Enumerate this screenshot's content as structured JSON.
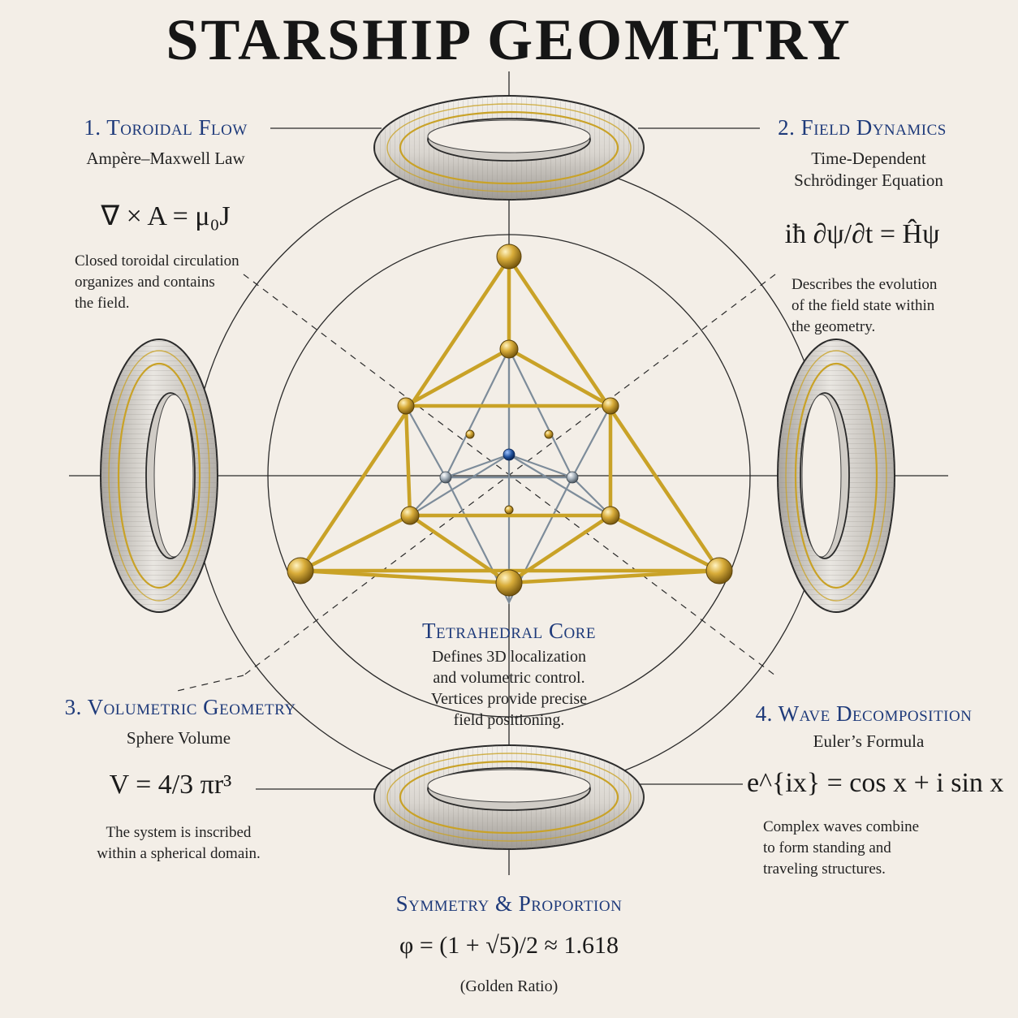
{
  "title": "STARSHIP GEOMETRY",
  "sections": {
    "toroidal": {
      "heading": "1. Toroidal Flow",
      "subtitle": "Ampère–Maxwell Law",
      "equation": "∇ × A = μ₀J",
      "description": [
        "Closed toroidal circulation",
        "organizes and contains",
        "the field."
      ]
    },
    "field": {
      "heading": "2. Field Dynamics",
      "subtitle": [
        "Time-Dependent",
        "Schrödinger Equation"
      ],
      "equation": "iħ ∂ψ/∂t = Ĥψ",
      "description": [
        "Describes the evolution",
        "of the field state within",
        "the geometry."
      ]
    },
    "core": {
      "heading": "Tetrahedral Core",
      "description": [
        "Defines 3D localization",
        "and volumetric control.",
        "Vertices provide precise",
        "field positioning."
      ]
    },
    "volumetric": {
      "heading": "3. Volumetric Geometry",
      "subtitle": "Sphere Volume",
      "equation": "V = 4/3 πr³",
      "description": [
        "The system is inscribed",
        "within a spherical domain."
      ]
    },
    "wave": {
      "heading": "4. Wave Decomposition",
      "subtitle": "Euler’s Formula",
      "equation": "e^{ix} = cos x + i sin x",
      "description": [
        "Complex waves combine",
        "to form standing and",
        "traveling structures."
      ]
    },
    "symmetry": {
      "heading": "Symmetry & Proportion",
      "equation": "φ = (1 + √5)/2 ≈ 1.618",
      "note": "(Golden Ratio)"
    }
  },
  "colors": {
    "background": "#f3eee7",
    "heading": "#1e3a7a",
    "gold": "#c9a227",
    "steel": "#8a9aaa",
    "core_node": "#1e4f9a"
  }
}
